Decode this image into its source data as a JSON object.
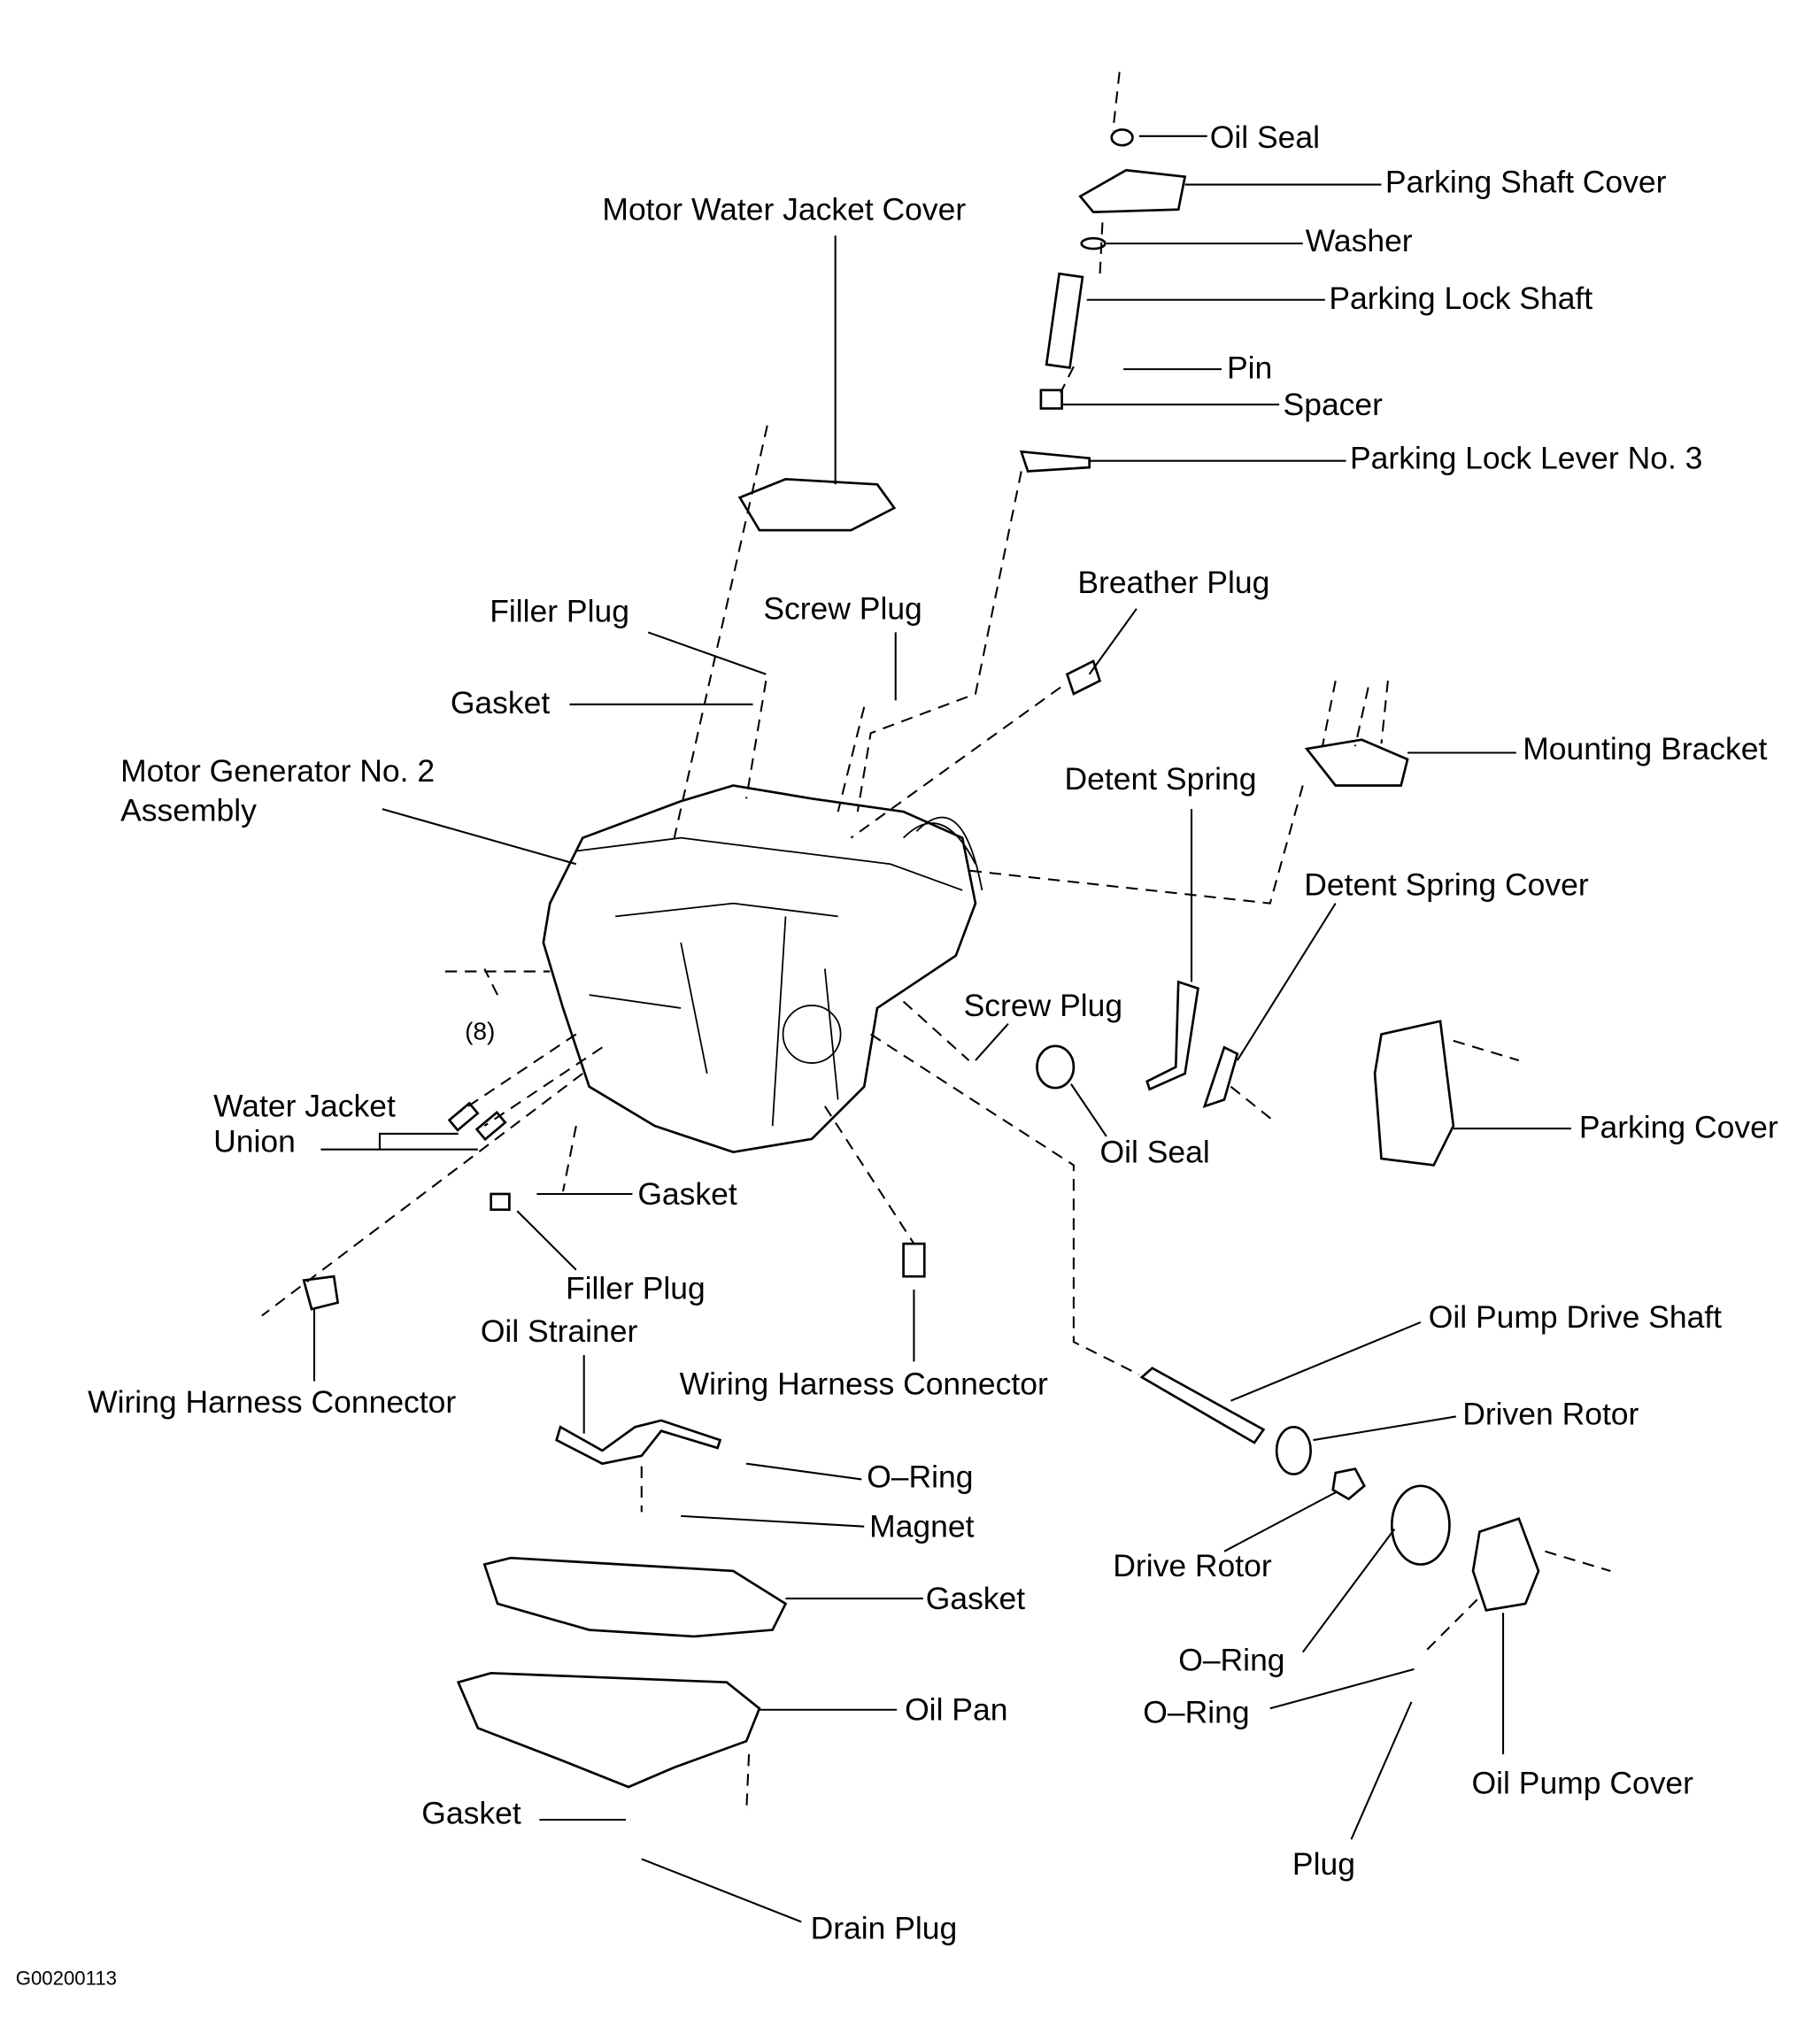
{
  "diagram": {
    "figure_code": "G00200113",
    "labels": {
      "oil_seal_top": "Oil Seal",
      "parking_shaft_cover": "Parking Shaft Cover",
      "washer": "Washer",
      "parking_lock_shaft": "Parking Lock Shaft",
      "pin": "Pin",
      "spacer": "Spacer",
      "parking_lock_lever": "Parking Lock Lever No. 3",
      "motor_water_jacket_cover": "Motor Water Jacket Cover",
      "breather_plug": "Breather Plug",
      "filler_plug_top": "Filler Plug",
      "screw_plug_top": "Screw Plug",
      "gasket_top": "Gasket",
      "mg2_line1": "Motor Generator No. 2",
      "mg2_line2": "Assembly",
      "mounting_bracket": "Mounting Bracket",
      "detent_spring": "Detent Spring",
      "detent_spring_cover": "Detent Spring Cover",
      "screw_plug_mid": "Screw Plug",
      "bolt_count": "(8)",
      "wju_line1": "Water Jacket",
      "wju_line2": "Union",
      "oil_seal_mid": "Oil Seal",
      "parking_cover": "Parking Cover",
      "gasket_mid": "Gasket",
      "filler_plug_low": "Filler Plug",
      "oil_strainer": "Oil Strainer",
      "oil_pump_drive_shaft": "Oil Pump Drive Shaft",
      "wiring_harness_left": "Wiring Harness Connector",
      "wiring_harness_center": "Wiring Harness Connector",
      "driven_rotor": "Driven Rotor",
      "o_ring_strainer": "O–Ring",
      "magnet": "Magnet",
      "drive_rotor": "Drive Rotor",
      "gasket_pan": "Gasket",
      "o_ring_1": "O–Ring",
      "o_ring_2": "O–Ring",
      "oil_pan": "Oil Pan",
      "oil_pump_cover": "Oil Pump Cover",
      "gasket_drain": "Gasket",
      "plug": "Plug",
      "drain_plug": "Drain Plug"
    }
  }
}
